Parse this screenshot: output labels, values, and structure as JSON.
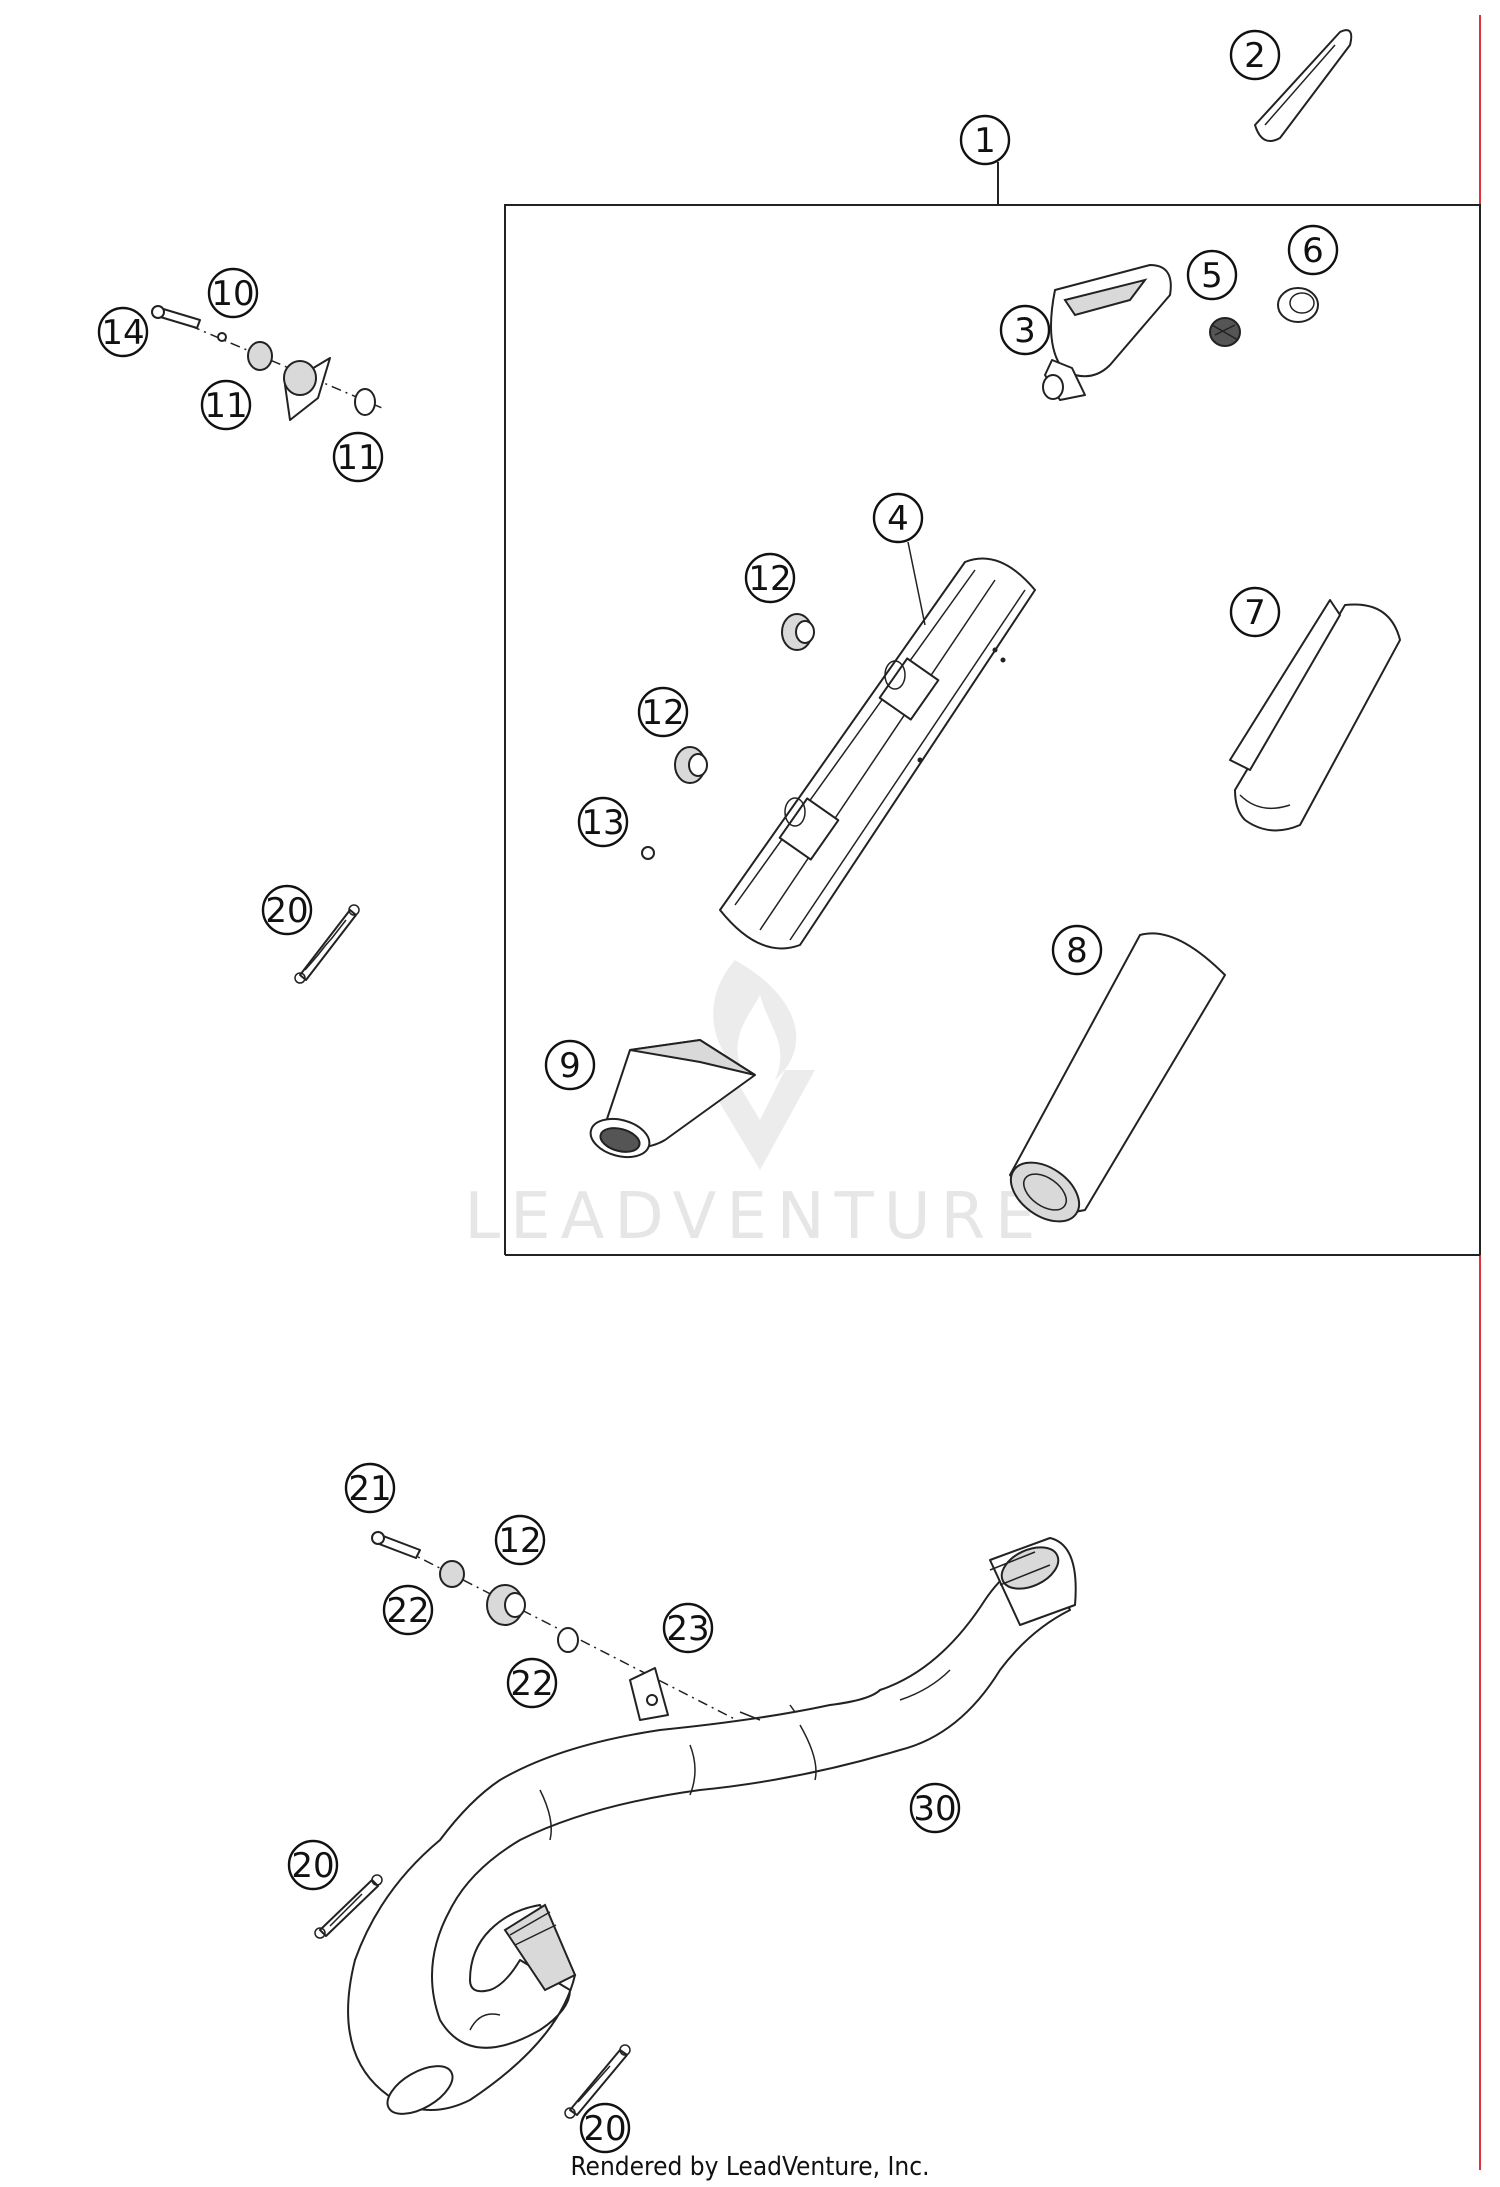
{
  "watermark": "LEADVENTURE",
  "footer": "Rendered by LeadVenture, Inc.",
  "callouts": {
    "c1": "1",
    "c2": "2",
    "c3": "3",
    "c4": "4",
    "c5": "5",
    "c6": "6",
    "c7": "7",
    "c8": "8",
    "c9": "9",
    "c10": "10",
    "c11a": "11",
    "c11b": "11",
    "c12a": "12",
    "c12b": "12",
    "c12c": "12",
    "c13": "13",
    "c14": "14",
    "c20a": "20",
    "c20b": "20",
    "c20c": "20",
    "c21": "21",
    "c22a": "22",
    "c22b": "22",
    "c23": "23",
    "c30": "30"
  },
  "colors": {
    "edge_line": "#e0323a",
    "line": "#222222",
    "watermark": "#e6e6e6"
  }
}
